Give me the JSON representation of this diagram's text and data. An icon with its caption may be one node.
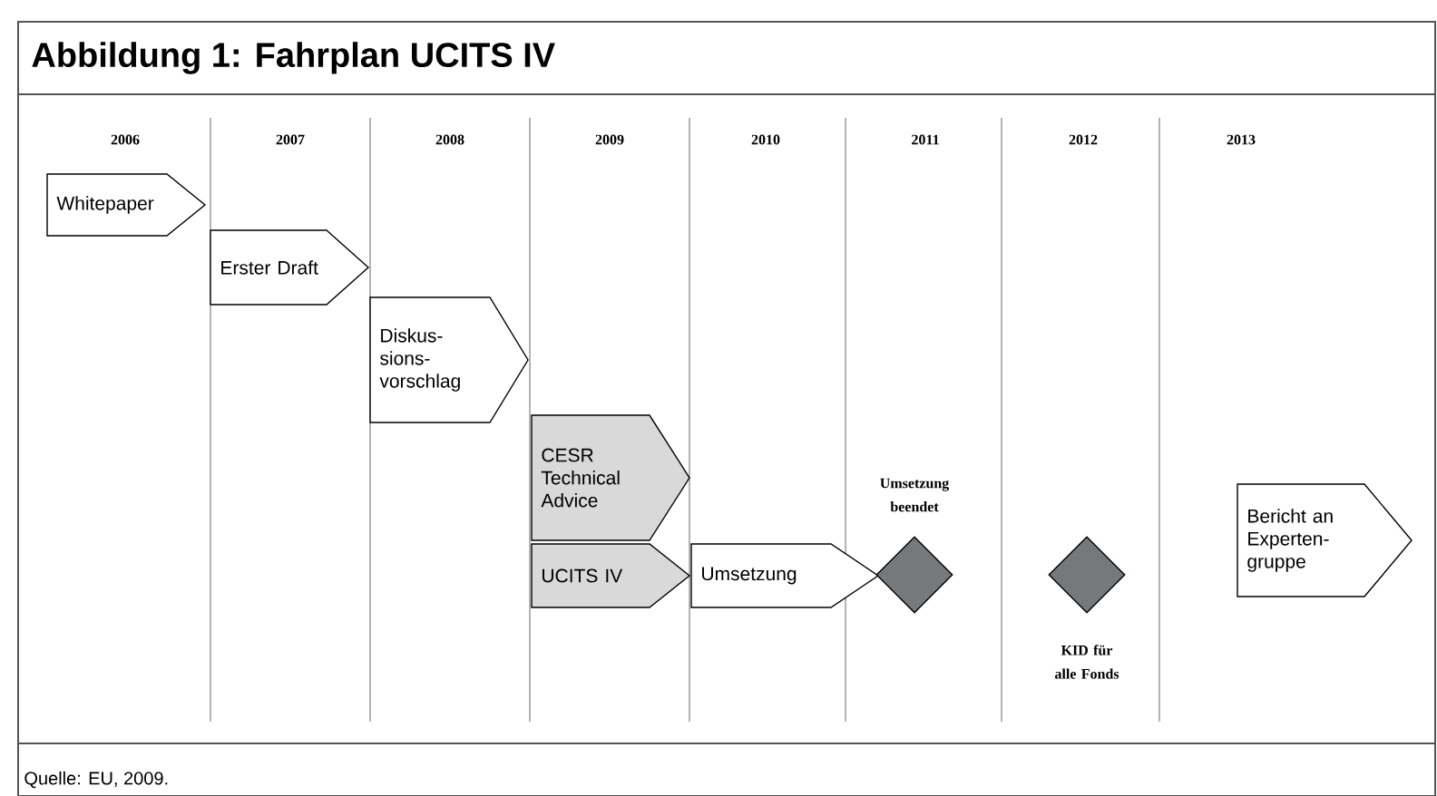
{
  "diagram": {
    "title": "Abbildung 1: Fahrplan UCITS IV",
    "caption": "Quelle: EU, 2009.",
    "nodes": [
      {
        "text": [
          "Whitepaper"
        ]
      },
      {
        "text": [
          "Erster Draft"
        ]
      },
      {
        "text": [
          "Diskus- sions- vorschlag"
        ]
      },
      {
        "text": [
          "CESR Technical Advice"
        ]
      },
      {
        "text": [
          "UCITS IV"
        ]
      },
      {
        "text": [
          "Umsetzung"
        ]
      },
      {
        "text": [],
        "shape": "diamond",
        "beside": [
          "Umsetzung beendet"
        ]
      },
      {
        "text": [],
        "shape": "diamond",
        "beside": [
          "KID für alle Fonds"
        ]
      },
      {
        "text": [
          "Bericht an Experten- gruppe"
        ]
      }
    ],
    "labels": [
      "2006",
      "2007",
      "2008",
      "2009",
      "2010",
      "2011",
      "2012",
      "2013"
    ]
  }
}
